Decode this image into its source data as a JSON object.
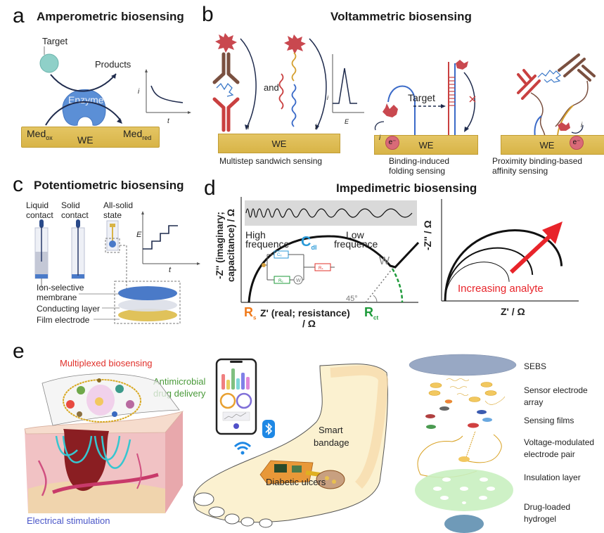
{
  "panels": {
    "a": {
      "letter": "a",
      "title": "Amperometric biosensing",
      "target": "Target",
      "products": "Products",
      "enzyme": "Enzyme",
      "we": "WE",
      "med_ox": "Med",
      "med_ox_sub": "ox",
      "med_red": "Med",
      "med_red_sub": "red",
      "inset_y_label": "i",
      "inset_x_label": "t"
    },
    "b": {
      "letter": "b",
      "title": "Voltammetric biosensing",
      "and": "and",
      "current_label": "i",
      "inset_y_label": "i",
      "inset_x_label": "E",
      "we": "WE",
      "target": "Target",
      "electron": "e⁻",
      "captions": [
        "Multistep sandwich sensing",
        "Binding-induced folding sensing",
        "Proximity binding-based affinity sensing"
      ],
      "caption_lines": {
        "folding": [
          "Binding-induced",
          "folding sensing"
        ],
        "proximity": [
          "Proximity binding-based",
          "affinity sensing"
        ]
      }
    },
    "c": {
      "letter": "c",
      "title": "Potentiometric biosensing",
      "types": [
        {
          "line1": "Liquid",
          "line2": "contact"
        },
        {
          "line1": "Solid",
          "line2": "contact"
        },
        {
          "line1": "All-solid",
          "line2": "state"
        }
      ],
      "layers": [
        "Ion-selective membrane",
        "Conducting layer",
        "Film electrode"
      ],
      "layer_lines": {
        "ion": [
          "Ion-selective",
          "membrane"
        ]
      },
      "inset_y_label": "E",
      "inset_x_label": "t"
    },
    "d": {
      "letter": "d",
      "title": "Impedimetric biosensing",
      "nyquist": {
        "y_label": "-Z'' (imaginary; capacitance) / Ω",
        "x_label_1": "Z' (real; resistance)",
        "x_label_2": "/ Ω",
        "high_freq_1": "High",
        "high_freq_2": "frequence",
        "low_freq_1": "Low",
        "low_freq_2": "frequence",
        "cdl": "C",
        "cdl_sub": "dl",
        "w": "W",
        "rs": "R",
        "rs_sub": "s",
        "rct": "R",
        "rct_sub": "ct",
        "angle": "45°",
        "circuit": {
          "c": "Cₑ",
          "r1": "Rₛ",
          "r2": "Rₑ",
          "w": "W"
        }
      },
      "analyte": {
        "y_label": "-Z'' / Ω",
        "x_label": "Z'  / Ω",
        "annotation": "Increasing analyte",
        "curve_scale": [
          0.55,
          0.75,
          1.0
        ]
      }
    },
    "e": {
      "letter": "e",
      "multiplexed": "Multiplexed biosensing",
      "antimicrobial_1": "Antimicrobial",
      "antimicrobial_2": "drug delivery",
      "electrical": "Electrical stimulation",
      "smart_1": "Smart",
      "smart_2": "bandage",
      "diabetic": "Diabetic ulcers",
      "layers": [
        {
          "line1": "SEBS",
          "line2": ""
        },
        {
          "line1": "Sensor electrode",
          "line2": "array"
        },
        {
          "line1": "Sensing films",
          "line2": ""
        },
        {
          "line1": "Voltage-modulated",
          "line2": "electrode pair"
        },
        {
          "line1": "Insulation layer",
          "line2": ""
        },
        {
          "line1": "Drug-loaded",
          "line2": "hydrogel"
        }
      ]
    }
  },
  "colors": {
    "electrode": "#ddb94f",
    "enzyme": "#5b8fd6",
    "target": "#8fd0c8",
    "label_red": "#e0302a",
    "label_green": "#4a9a3a",
    "label_blue": "#4a56c8",
    "cdl_blue": "#2a9ad8",
    "rs_orange": "#f07a1a",
    "rct_green": "#1e9a3a",
    "arrow_red": "#e8242a",
    "sebs": "#98a8c4",
    "insulation": "#c9efc0",
    "hydrogel": "#6f9ab8"
  }
}
